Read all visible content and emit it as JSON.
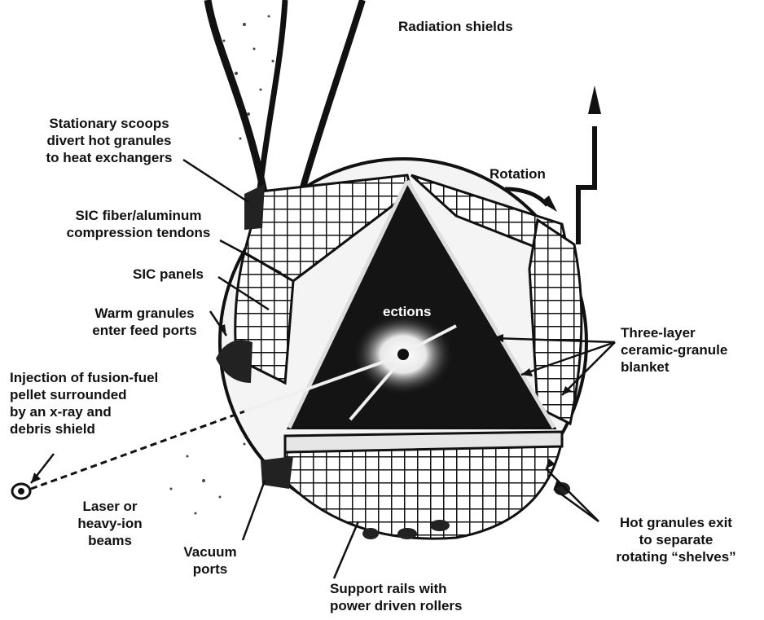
{
  "diagram": {
    "labels": {
      "radiation_shields": [
        "Radiation shields"
      ],
      "stationary_scoops": [
        "Stationary scoops",
        "divert hot granules",
        "to heat exchangers"
      ],
      "rotation": [
        "Rotation"
      ],
      "sic_fiber": [
        "SIC fiber/aluminum",
        "compression tendons"
      ],
      "sic_panels": [
        "SIC panels"
      ],
      "warm_granules": [
        "Warm granules",
        "enter feed ports"
      ],
      "injection": [
        "Injection of fusion-fuel",
        "pellet surrounded",
        "by an x-ray and",
        "debris shield"
      ],
      "three_layer": [
        "Three-layer",
        "ceramic-granule",
        "blanket"
      ],
      "laser": [
        "Laser or",
        "heavy-ion",
        "beams"
      ],
      "vacuum_ports": [
        "Vacuum",
        "ports"
      ],
      "support_rails": [
        "Support rails with",
        "power driven rollers"
      ],
      "hot_granules": [
        "Hot granules exit",
        "to separate",
        "rotating “shelves”"
      ]
    },
    "overlay_text": "ections",
    "colors": {
      "ink": "#111111",
      "paper": "#ffffff",
      "interior": "#141414"
    }
  }
}
